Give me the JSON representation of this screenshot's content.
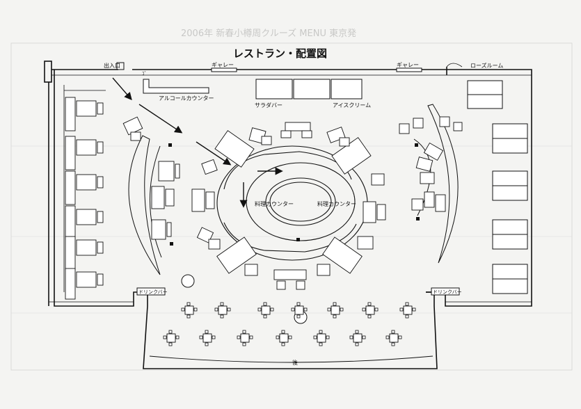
{
  "header": {
    "title": "レストラン・配置図",
    "faded_line": "2006年  新春小樽周クルーズ MENU  東京発"
  },
  "labels": {
    "entrance": "出入口",
    "gallery_left": "ギャレー",
    "gallery_right": "ギャレー",
    "rose_room": "ローズルーム",
    "alcohol_counter": "アルコールカウンター",
    "salad_bar": "サラダバー",
    "ice_cream": "アイスクリーム",
    "cooking_counter_left": "料理カウンター",
    "cooking_counter_right": "料理カウンター",
    "drink_bar_left": "ドリンクバー",
    "drink_bar_right": "ドリンクバー",
    "stern": "後"
  },
  "colors": {
    "ink": "#111111",
    "paper": "#f4f4f2",
    "ghost": "#b8b8b8"
  }
}
